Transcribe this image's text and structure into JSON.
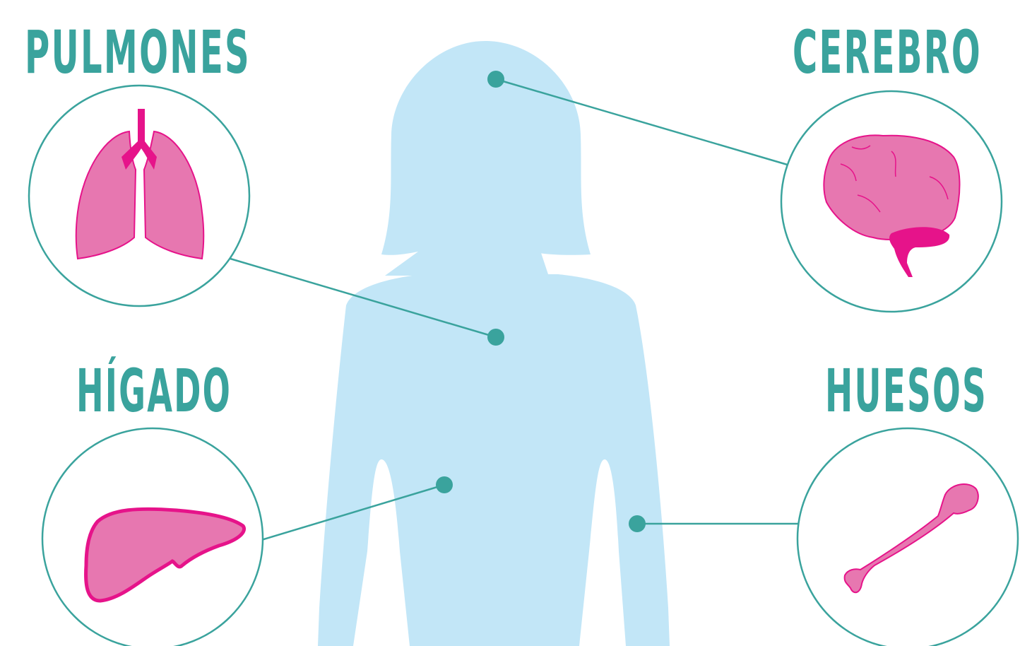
{
  "labels": {
    "lungs": "PULMONES",
    "brain": "CEREBRO",
    "liver": "HÍGADO",
    "bones": "HUESOS"
  },
  "icons": {
    "lungs": "lungs-icon",
    "brain": "brain-icon",
    "liver": "liver-icon",
    "bones": "bone-icon",
    "body": "female-silhouette"
  },
  "colors": {
    "teal": "#3aa39d",
    "organ_pink": "#e777b0",
    "organ_magenta": "#e6138a",
    "body_blue": "#c2e6f7",
    "background": "#ffffff"
  }
}
